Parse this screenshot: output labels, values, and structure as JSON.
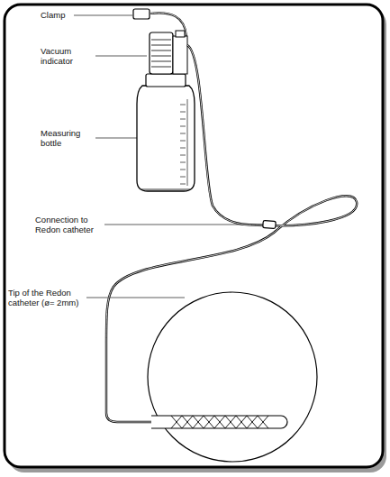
{
  "diagram": {
    "labels": [
      "Clamp",
      "Vacuum indicator",
      "Measuring bottle",
      "Connection to Redon catheter",
      "Tip of the Redon catheter (ø= 2mm)"
    ]
  }
}
